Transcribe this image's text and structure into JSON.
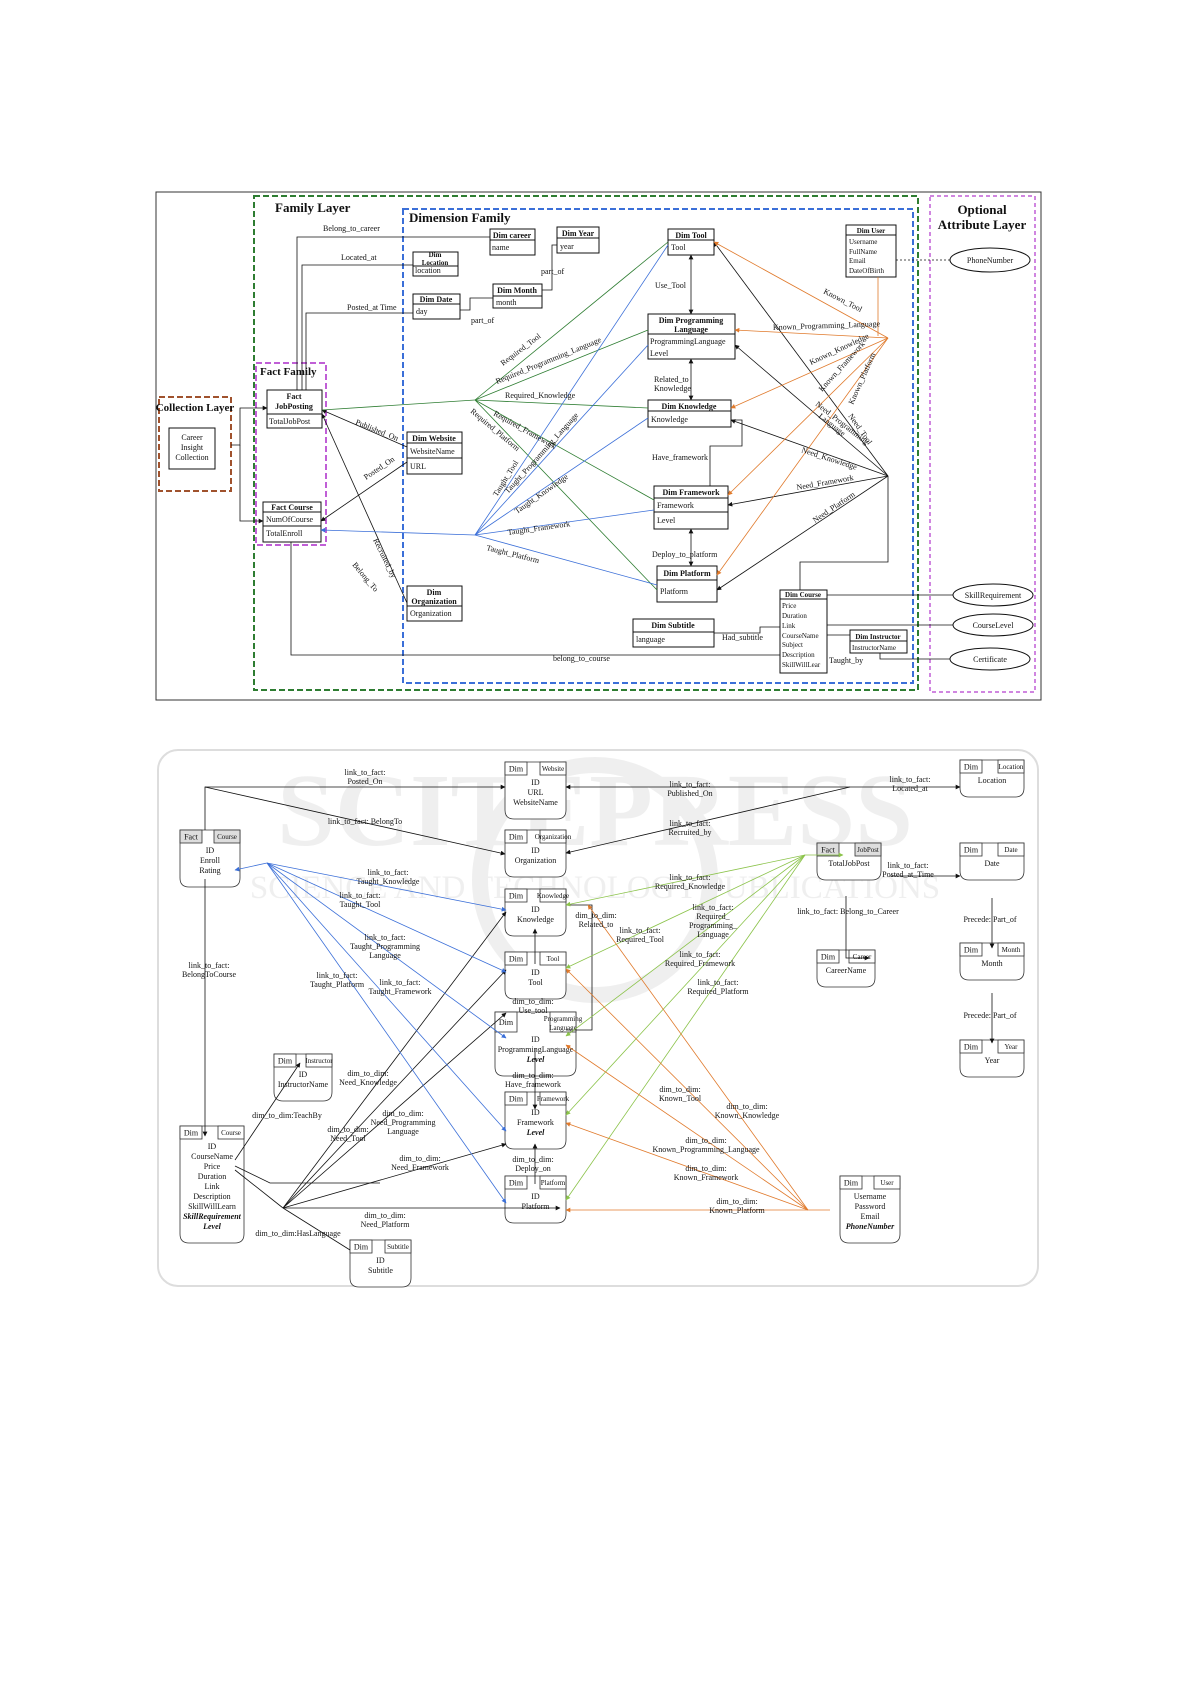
{
  "top": {
    "layers": {
      "collection": "Collection Layer",
      "family": "Family Layer",
      "dimension": "Dimension Family",
      "fact": "Fact Family",
      "optional": [
        "Optional",
        "Attribute Layer"
      ]
    },
    "career_insight": [
      "Career",
      "Insight",
      "Collection"
    ],
    "fact_jobposting": {
      "title": [
        "Fact",
        "JobPosting"
      ],
      "attr": "TotalJobPost"
    },
    "fact_course": {
      "title": "Fact Course",
      "attrs": [
        "NumOfCourse",
        "TotalEnroll"
      ]
    },
    "dim_career": {
      "title": "Dim career",
      "attrs": [
        "name"
      ]
    },
    "dim_year": {
      "title": "Dim Year",
      "attrs": [
        "year"
      ]
    },
    "dim_location": {
      "title": [
        "Dim",
        "Location"
      ],
      "attrs": [
        "location"
      ]
    },
    "dim_date": {
      "title": "Dim Date",
      "attrs": [
        "day"
      ]
    },
    "dim_month": {
      "title": "Dim Month",
      "attrs": [
        "month"
      ]
    },
    "dim_website": {
      "title": "Dim Website",
      "attrs": [
        "WebsiteName",
        "URL"
      ]
    },
    "dim_organization": {
      "title": [
        "Dim",
        "Organization"
      ],
      "attrs": [
        "Organization"
      ]
    },
    "dim_tool": {
      "title": "Dim Tool",
      "attrs": [
        "Tool"
      ]
    },
    "dim_proglang": {
      "title": [
        "Dim Programming",
        "Language"
      ],
      "attrs": [
        "ProgrammingLanguage",
        "Level"
      ]
    },
    "dim_knowledge": {
      "title": "Dim Knowledge",
      "attrs": [
        "Knowledge"
      ]
    },
    "dim_framework": {
      "title": "Dim Framework",
      "attrs": [
        "Framework",
        "Level"
      ]
    },
    "dim_platform": {
      "title": "Dim Platform",
      "attrs": [
        "Platform"
      ]
    },
    "dim_subtitle": {
      "title": "Dim Subtitle",
      "attrs": [
        "language"
      ]
    },
    "dim_course": {
      "title": "Dim Course",
      "attrs": [
        "Price",
        "Duration",
        "Link",
        "CourseName",
        "Subject",
        "Description",
        "SkillWillLear"
      ]
    },
    "dim_instructor": {
      "title": "Dim Instructor",
      "attrs": [
        "InstructorName"
      ]
    },
    "dim_user": {
      "title": "Dim User",
      "attrs": [
        "Username",
        "FullName",
        "Email",
        "DateOfBirth"
      ]
    },
    "optional_attrs": [
      "PhoneNumber",
      "SkillRequirement",
      "CourseLevel",
      "Certificate"
    ],
    "edge_labels": {
      "belong_to_career": "Belong_to_career",
      "located_at": "Located_at",
      "posted_at_time": "Posted_at Time",
      "part_of_1": "part_of",
      "part_of_2": "part_of",
      "published_on": "Published_On",
      "posted_on": "Posted_On",
      "recruited_by": "Recruited_by",
      "belong_to": "Belong_To",
      "belong_to_course": "belong_to_course",
      "required_tool": "Required_Tool",
      "required_pl": "Required_Programming_Language",
      "required_knowledge": "Required_Knowledge",
      "required_framework": "Required_Framework",
      "required_platform": "Required_Platform",
      "taught_tool": "Taught_Tool",
      "taught_pl": "Taught_Programming_Language",
      "taught_knowledge": "Taught_Knowledge",
      "taught_framework": "Taught_Framework",
      "taught_platform": "Taught_Platform",
      "use_tool": "Use_Tool",
      "related_to": [
        "Related_to",
        "Knowledge"
      ],
      "have_framework": "Have_framework",
      "deploy_to_platform": "Deploy_to_platform",
      "had_subtitle": "Had_subtitle",
      "taught_by": "Taught_by",
      "known_tool": "Known_Tool",
      "known_pl": "Known_Programming_Language",
      "known_knowledge": "Known_Knowledge",
      "known_framework": "Known_Framework",
      "known_platform": "Known_Platform",
      "need_tool": "Need_Tool",
      "need_pl": [
        "Need_Programming",
        "Language"
      ],
      "need_knowledge": "Need_Knowledge",
      "need_framework": "Need_Framework",
      "need_platform": "Need_Platform"
    }
  },
  "bottom": {
    "entities": {
      "website": {
        "tag": "Dim",
        "name": "Website",
        "attrs": [
          "ID",
          "URL",
          "WebsiteName"
        ]
      },
      "organization": {
        "tag": "Dim",
        "name": "Organization",
        "attrs": [
          "ID",
          "Organization"
        ]
      },
      "location": {
        "tag": "Dim",
        "name": "Location",
        "attrs": [
          "Location"
        ]
      },
      "fact_course": {
        "tag": "Fact",
        "name": "Course",
        "attrs": [
          "ID",
          "Enroll",
          "Rating"
        ]
      },
      "knowledge": {
        "tag": "Dim",
        "name": "Knowledge",
        "attrs": [
          "ID",
          "Knowledge"
        ]
      },
      "tool": {
        "tag": "Dim",
        "name": "Tool",
        "attrs": [
          "ID",
          "Tool"
        ]
      },
      "proglang": {
        "tag": "Dim",
        "name": [
          "Programming",
          "Language"
        ],
        "attrs": [
          "ID",
          "ProgrammingLanguage"
        ],
        "italic": "Level"
      },
      "framework": {
        "tag": "Dim",
        "name": "Framework",
        "attrs": [
          "ID",
          "Framework"
        ],
        "italic": "Level"
      },
      "platform": {
        "tag": "Dim",
        "name": "Platform",
        "attrs": [
          "ID",
          "Platform"
        ]
      },
      "instructor": {
        "tag": "Dim",
        "name": "Instructor",
        "attrs": [
          "ID",
          "InstructorName"
        ]
      },
      "dim_course": {
        "tag": "Dim",
        "name": "Course",
        "attrs": [
          "ID",
          "CourseName",
          "Price",
          "Duration",
          "Link",
          "Description",
          "SkillWillLearn"
        ],
        "italic": [
          "SkillRequirement",
          "Level"
        ]
      },
      "subtitle": {
        "tag": "Dim",
        "name": "Subtitle",
        "attrs": [
          "ID",
          "Subtitle"
        ]
      },
      "fact_jobpost": {
        "tag": "Fact",
        "name": "JobPost",
        "attrs": [
          "TotalJobPost"
        ]
      },
      "career": {
        "tag": "Dim",
        "name": "Career",
        "attrs": [
          "CareerName"
        ]
      },
      "date": {
        "tag": "Dim",
        "name": "Date",
        "attrs": [
          "Date"
        ]
      },
      "month": {
        "tag": "Dim",
        "name": "Month",
        "attrs": [
          "Month"
        ]
      },
      "year": {
        "tag": "Dim",
        "name": "Year",
        "attrs": [
          "Year"
        ]
      },
      "user": {
        "tag": "Dim",
        "name": "User",
        "attrs": [
          "Username",
          "Password",
          "Email"
        ],
        "italic": "PhoneNumber"
      }
    },
    "edge_labels": {
      "posted_on": [
        "link_to_fact:",
        "Posted_On"
      ],
      "belong_to": "link_to_fact: BelongTo",
      "published_on": [
        "link_to_fact:",
        "Published_On"
      ],
      "recruited_by": [
        "link_to_fact:",
        "Recruited_by"
      ],
      "located_at": [
        "link_to_fact:",
        "Located_at"
      ],
      "taught_knowledge": [
        "link_to_fact:",
        "Taught_Knowledge"
      ],
      "taught_tool": [
        "link_to_fact:",
        "Taught_Tool"
      ],
      "taught_pl": [
        "link_to_fact:",
        "Taught_Programming",
        "Language"
      ],
      "taught_framework": [
        "link_to_fact:",
        "Taught_Framework"
      ],
      "taught_platform": [
        "link_to_fact:",
        "Taught_Platform"
      ],
      "belong_to_course": [
        "link_to_fact:",
        "BelongToCourse"
      ],
      "related_to": [
        "dim_to_dim:",
        "Related_to"
      ],
      "use_tool": [
        "dim_to_dim:",
        "Use_tool"
      ],
      "have_framework": [
        "dim_to_dim:",
        "Have_framework"
      ],
      "deploy_on": [
        "dim_to_dim:",
        "Deploy_on"
      ],
      "need_knowledge": [
        "dim_to_dim:",
        "Need_Knowledge"
      ],
      "need_pl": [
        "dim_to_dim:",
        "Need_Programming",
        "Language"
      ],
      "need_tool": [
        "dim_to_dim:",
        "Need_Tool"
      ],
      "need_framework": [
        "dim_to_dim:",
        "Need_Framework"
      ],
      "need_platform": [
        "dim_to_dim:",
        "Need_Platform"
      ],
      "teach_by": "dim_to_dim:TeachBy",
      "has_language": "dim_to_dim:HasLanguage",
      "req_knowledge": [
        "link_to_fact:",
        "Required_Knowledge"
      ],
      "req_tool": [
        "link_to_fact:",
        "Required_Tool"
      ],
      "req_pl": [
        "link_to_fact:",
        "Required_",
        "Programming_",
        "Language"
      ],
      "req_framework": [
        "link_to_fact:",
        "Required_Framework"
      ],
      "req_platform": [
        "link_to_fact:",
        "Required_Platform"
      ],
      "posted_at_time": [
        "link_to_fact:",
        "Posted_at_Time"
      ],
      "belong_to_career": "link_to_fact: Belong_to_Career",
      "known_tool": [
        "dim_to_dim:",
        "Known_Tool"
      ],
      "known_knowledge": [
        "dim_to_dim:",
        "Known_Knowledge"
      ],
      "known_pl": [
        "dim_to_dim:",
        "Known_Programming_Language"
      ],
      "known_framework": [
        "dim_to_dim:",
        "Known_Framework"
      ],
      "known_platform": [
        "dim_to_dim:",
        "Known_Platform"
      ],
      "precede_1": "Precede: Part_of",
      "precede_2": "Precede: Part_of"
    }
  },
  "watermark": {
    "main": "SCITEPRESS",
    "sub": "SCIENCE AND TECHNOLOGY PUBLICATIONS"
  },
  "colors": {
    "green": "#2e7d32",
    "blue": "#3b6fd8",
    "orange": "#e07a2c",
    "purple": "#c05fd6",
    "brown": "#a0522d",
    "green_light": "#8bc34a"
  }
}
